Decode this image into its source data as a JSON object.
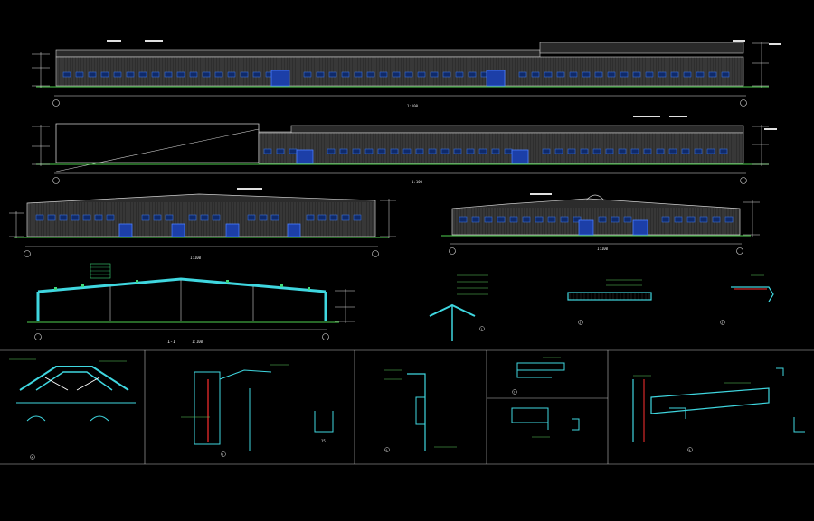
{
  "drawing": {
    "colors": {
      "background": "#000000",
      "facade": "#c8c8c8",
      "roof": "#d0d0d0",
      "window": "#3a6fd8",
      "door": "#2f5fd0",
      "dimension": "#e6e6e6",
      "ground": "#4fd14f",
      "frame": "#3fd7e0",
      "leader": "#5fd35f",
      "annotation": "#ffff66",
      "detail_wall": "#ff3030",
      "panel_divider": "#cfcfcf"
    },
    "views": [
      {
        "id": "elevation-north",
        "scale_label": "1:100"
      },
      {
        "id": "elevation-south",
        "scale_label": "1:100"
      },
      {
        "id": "elevation-east",
        "scale_label": "1:100"
      },
      {
        "id": "elevation-west",
        "scale_label": "1:100"
      },
      {
        "id": "section-1-1",
        "title": "1-1",
        "scale_label": "1:100"
      }
    ],
    "detail_numbers": [
      "1",
      "2",
      "3",
      "4",
      "5",
      "6",
      "7",
      "8"
    ],
    "small_labels": {
      "profile_width": "15"
    }
  }
}
